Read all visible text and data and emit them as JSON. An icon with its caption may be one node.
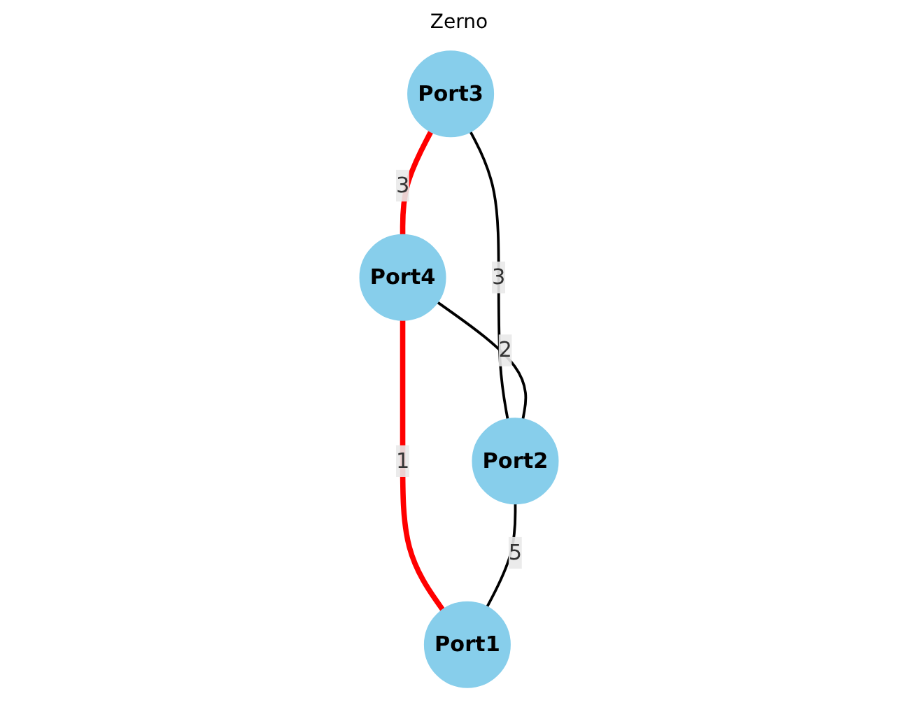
{
  "diagram": {
    "title": "Zerno",
    "nodes": [
      {
        "text": [
          "Port4"
        ]
      },
      {
        "text": [
          "Port3"
        ]
      },
      {
        "text": [
          "Port2"
        ]
      },
      {
        "text": [
          "Port1"
        ]
      }
    ],
    "edges": [
      {
        "from": 1,
        "to": 0,
        "arrow": "none",
        "label": "3",
        "style": "thick",
        "color": "#ff0000"
      },
      {
        "from": 1,
        "to": 2,
        "arrow": "none",
        "label": "3"
      },
      {
        "from": 0,
        "to": 2,
        "arrow": "none",
        "label": "2"
      },
      {
        "from": 0,
        "to": 3,
        "arrow": "none",
        "label": "1",
        "style": "thick",
        "color": "#ff0000"
      },
      {
        "from": 2,
        "to": 3,
        "arrow": "none",
        "label": "5"
      }
    ]
  }
}
